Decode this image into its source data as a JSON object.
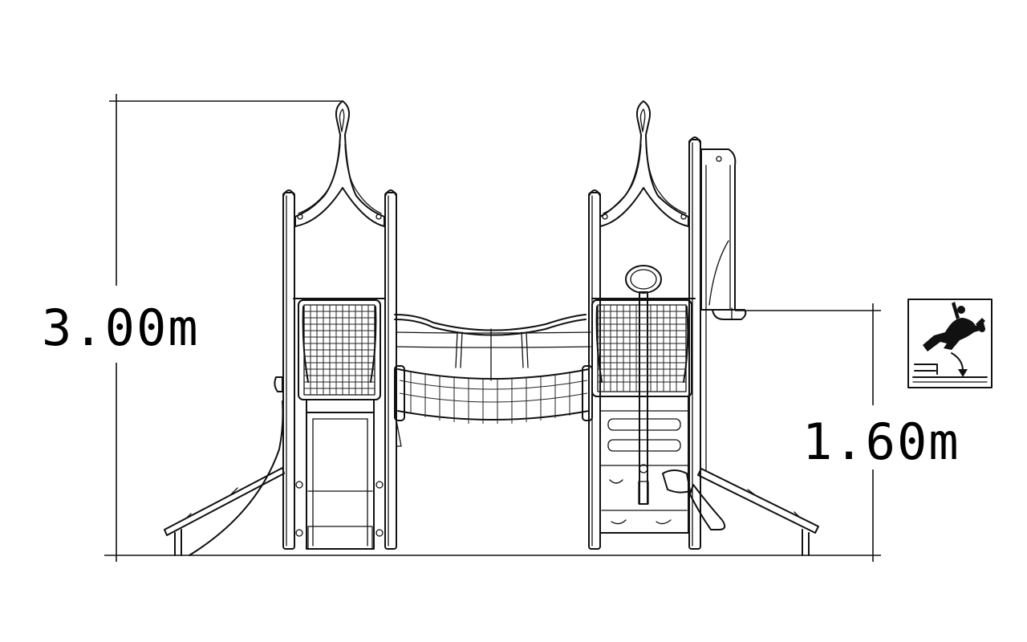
{
  "dimensions": {
    "height_label": "3.00m",
    "fall_height_label": "1.60m"
  },
  "colors": {
    "line": "#111111",
    "background": "#ffffff"
  },
  "icons": {
    "fall_height": "fall-height-pictogram"
  }
}
